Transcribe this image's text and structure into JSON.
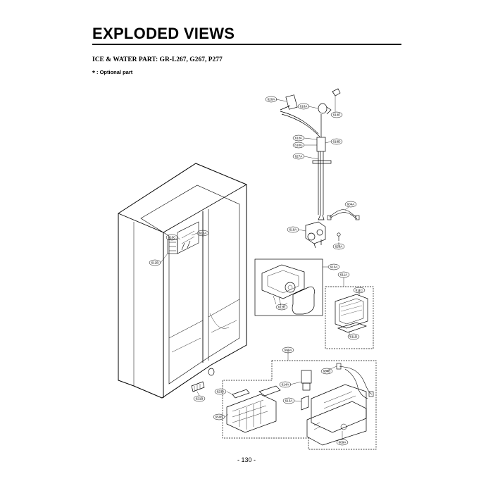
{
  "page": {
    "title": "EXPLODED VIEWS",
    "subtitle": "ICE & WATER PART: GR-L267, G267, P277",
    "note_mark": "*",
    "note_text": ": Optional part",
    "page_number": "- 130 -"
  },
  "part_labels": [
    "620A",
    "618A",
    "614E",
    "618F",
    "618G",
    "618D",
    "627A",
    "604A",
    "619A",
    "626A",
    "610C",
    "612A",
    "612B",
    "610A",
    "611A",
    "611C",
    "611B",
    "611D",
    "600A",
    "604B",
    "614A",
    "623A",
    "613A",
    "650B",
    "621B",
    "609A"
  ]
}
